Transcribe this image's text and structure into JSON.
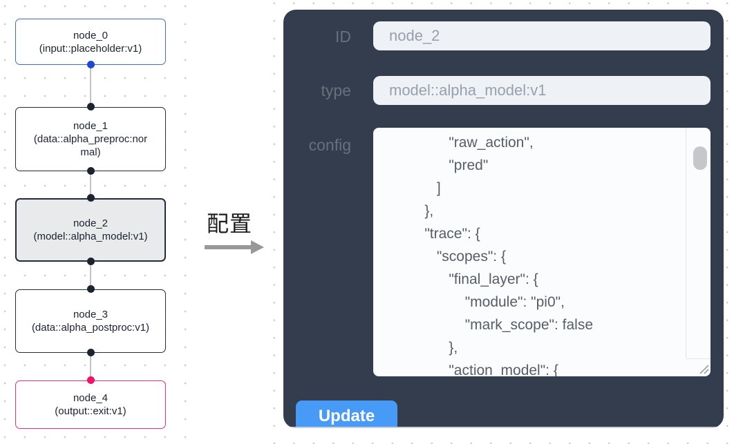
{
  "flow_canvas": {
    "nodes": [
      {
        "title": "node_0",
        "subtitle": "(input::placeholder:v1)"
      },
      {
        "title": "node_1",
        "subtitle": "(data::alpha_preproc:normal)"
      },
      {
        "title": "node_2",
        "subtitle": "(model::alpha_model:v1)"
      },
      {
        "title": "node_3",
        "subtitle": "(data::alpha_postproc:v1)"
      },
      {
        "title": "node_4",
        "subtitle": "(output::exit:v1)"
      }
    ]
  },
  "annotation": {
    "label": "配置"
  },
  "config_panel": {
    "id_label": "ID",
    "id_value": "node_2",
    "type_label": "type",
    "type_value": "model::alpha_model:v1",
    "config_label": "config",
    "config_text": "                \"raw_action\",\n                \"pred\"\n             ]\n          },\n          \"trace\": {\n             \"scopes\": {\n                \"final_layer\": {\n                    \"module\": \"pi0\",\n                    \"mark_scope\": false\n                },\n                \"action_model\": {",
    "update_label": "Update"
  },
  "colors": {
    "panel_bg": "#333d4d",
    "update_blue": "#479bf7",
    "input_node_border": "#3d6bd0",
    "output_node_border": "#ed2f82",
    "port_blue": "#1b49d4",
    "port_pink": "#f3106a",
    "port_black": "#1b2430",
    "selected_node_bg": "#e9eaec",
    "edge_gray": "#c3c3c3"
  }
}
